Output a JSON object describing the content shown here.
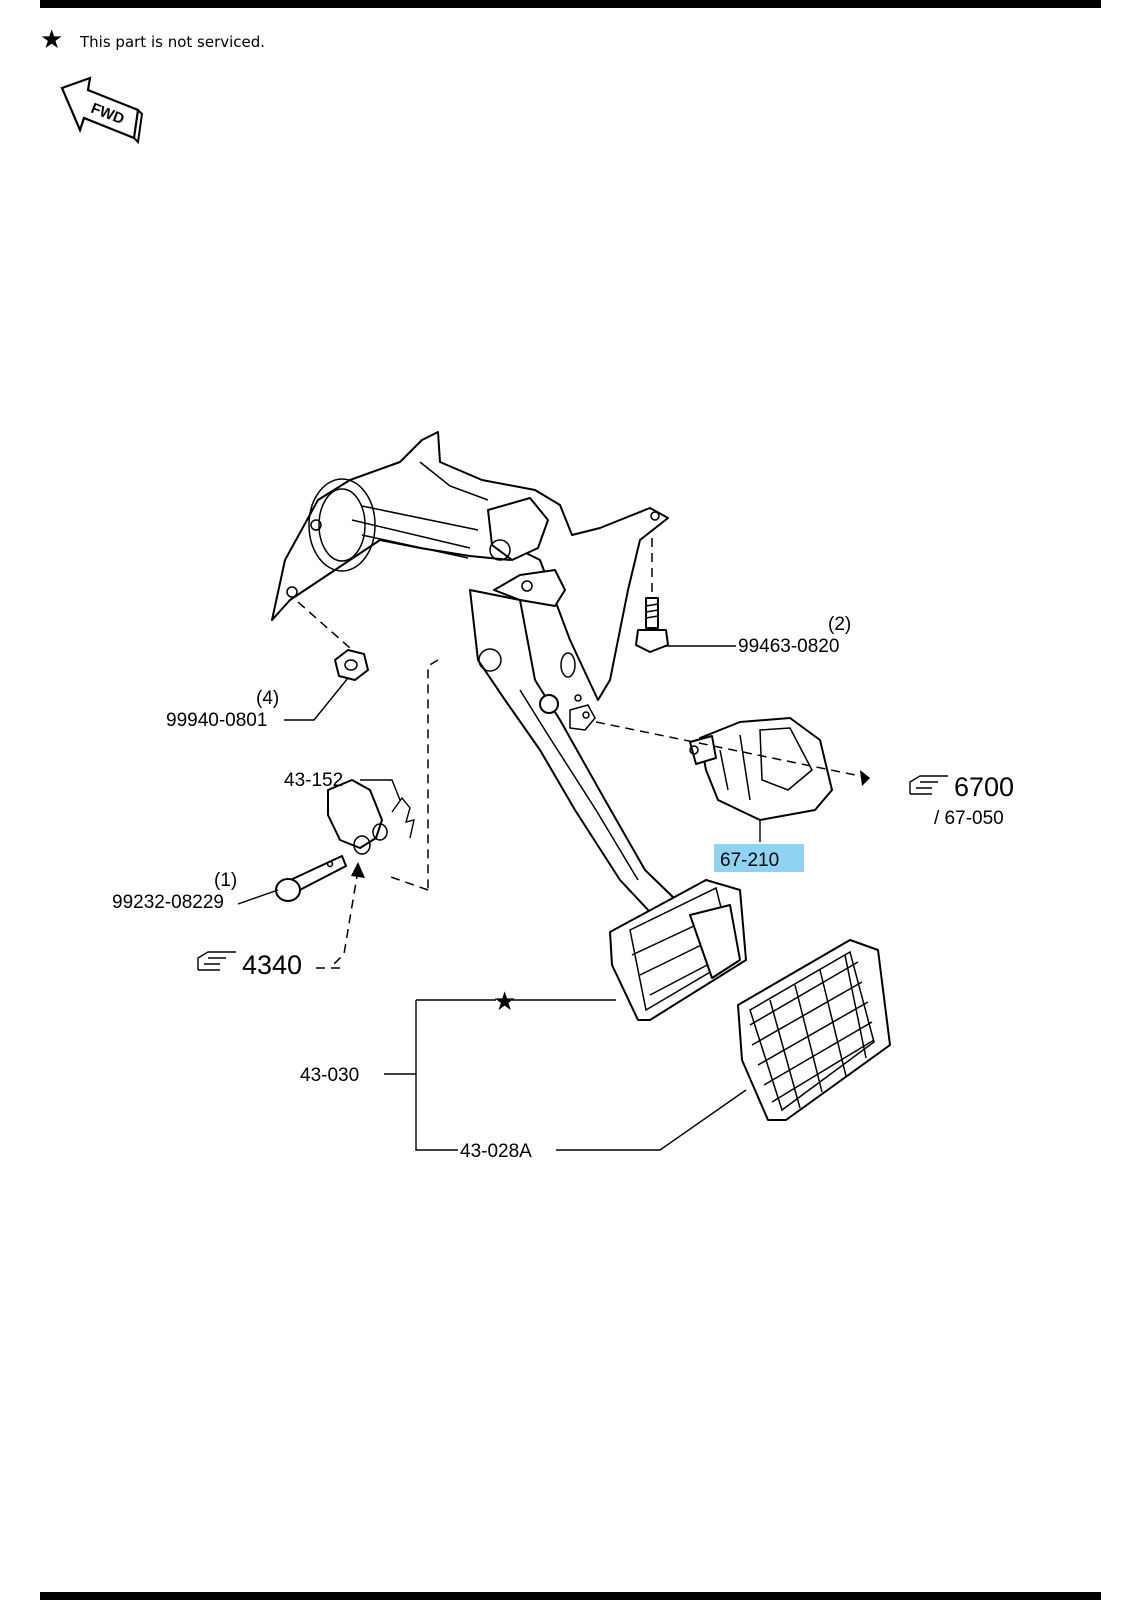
{
  "note": {
    "star": "★",
    "text": "This part is not serviced."
  },
  "fwd_label": "FWD",
  "callouts": {
    "c_99463": {
      "qty": "(2)",
      "part": "99463-0820"
    },
    "c_99940": {
      "qty": "(4)",
      "part": "99940-0801"
    },
    "c_43152": {
      "part": "43-152"
    },
    "c_99232": {
      "qty": "(1)",
      "part": "99232-08229"
    },
    "c_4340": {
      "ref": "4340"
    },
    "c_6700": {
      "ref": "6700",
      "sub": "/ 67-050"
    },
    "c_67210": {
      "part": "67-210",
      "highlight": "#8fd3f4"
    },
    "c_43030": {
      "part": "43-030"
    },
    "c_43028A": {
      "part": "43-028A"
    },
    "c_star": {
      "symbol": "★"
    }
  },
  "icons": [
    "star-icon",
    "fwd-arrow-icon",
    "pointing-hand-icon"
  ]
}
